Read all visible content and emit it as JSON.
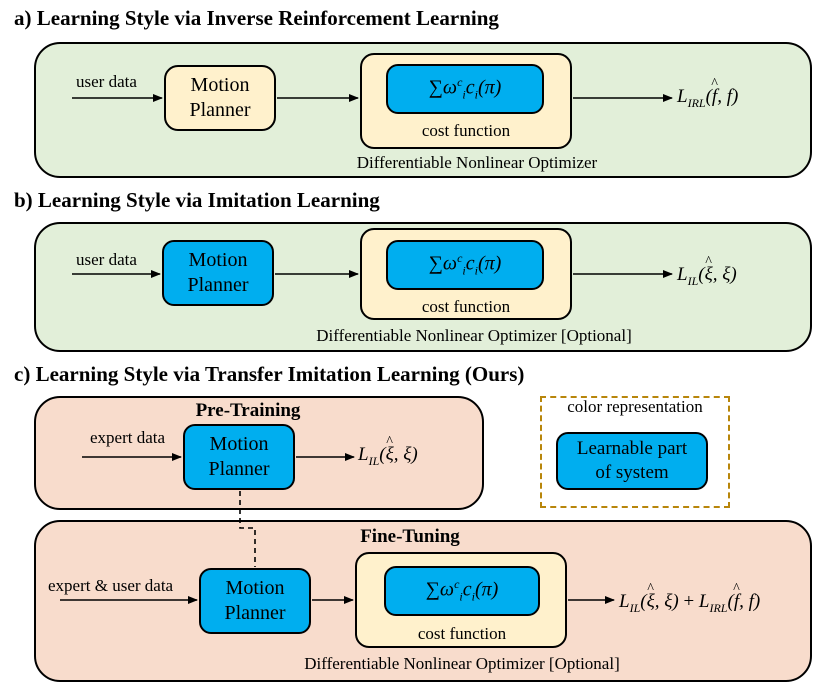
{
  "section_a": {
    "title": "a) Learning Style via Inverse Reinforcement Learning",
    "input_label": "user data",
    "planner": "Motion\nPlanner",
    "cost_label": "cost function",
    "optimizer_label": "Differentiable Nonlinear Optimizer"
  },
  "section_b": {
    "title": "b) Learning Style via Imitation Learning",
    "input_label": "user data",
    "planner": "Motion\nPlanner",
    "cost_label": "cost function",
    "optimizer_label": "Differentiable Nonlinear Optimizer [Optional]"
  },
  "section_c": {
    "title": "c) Learning Style via Transfer Imitation Learning (Ours)",
    "pretraining_title": "Pre-Training",
    "pretraining_input": "expert data",
    "pretraining_planner": "Motion\nPlanner",
    "finetuning_title": "Fine-Tuning",
    "finetuning_input": "expert & user data",
    "finetuning_planner": "Motion\nPlanner",
    "cost_label": "cost function",
    "optimizer_label": "Differentiable Nonlinear Optimizer [Optional]"
  },
  "legend": {
    "title": "color representation",
    "item": "Learnable part\nof system",
    "colors": {
      "learnable": "#00aeef",
      "cost_box": "#fff1cc",
      "panel_ab": "#e2efd9",
      "panel_c": "#f8dccc",
      "legend_border": "#b8860b"
    }
  }
}
